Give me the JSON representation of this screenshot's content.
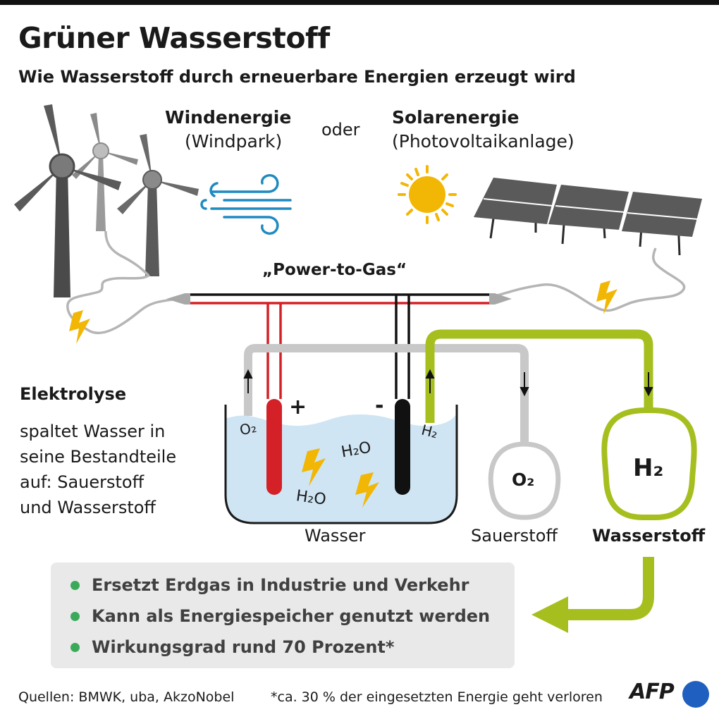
{
  "header": {
    "title": "Grüner Wasserstoff",
    "subtitle": "Wie Wasserstoff durch erneuerbare Energien erzeugt wird"
  },
  "sources": {
    "wind": {
      "title": "Windenergie",
      "subtitle": "(Windpark)"
    },
    "connector": "oder",
    "solar": {
      "title": "Solarenergie",
      "subtitle": "(Photovoltaikanlage)"
    }
  },
  "process": {
    "label": "„Power-to-Gas“",
    "electrolysis_title": "Elektrolyse",
    "electrolysis_text": [
      "spaltet Wasser in",
      "seine Bestandteile",
      "auf: Sauerstoff",
      "und Wasserstoff"
    ],
    "plus": "+",
    "minus": "-",
    "o2_bubble": "O₂",
    "h2_bubble": "H₂",
    "water_molecule_1": "H₂O",
    "water_molecule_2": "H₂O",
    "water_label": "Wasser"
  },
  "tanks": {
    "oxygen": {
      "symbol": "O₂",
      "label": "Sauerstoff"
    },
    "hydrogen": {
      "symbol": "H₂",
      "label": "Wasserstoff"
    }
  },
  "uses": [
    "Ersetzt Erdgas in Industrie und Verkehr",
    "Kann als Energiespeicher genutzt werden",
    "Wirkungsgrad rund 70 Prozent*"
  ],
  "footer": {
    "sources": "Quellen: BMWK, uba, AkzoNobel",
    "footnote": "*ca. 30 % der eingesetzten Energie geht verloren",
    "logo": "AFP"
  },
  "colors": {
    "hydrogen_green": "#a6bf1f",
    "oxygen_gray": "#c8c8c8",
    "anode_red": "#d42027",
    "cathode_black": "#111111",
    "water_blue": "#cfe5f4",
    "lightning_yellow": "#f2b705",
    "wind_blue": "#1f8ac0"
  }
}
